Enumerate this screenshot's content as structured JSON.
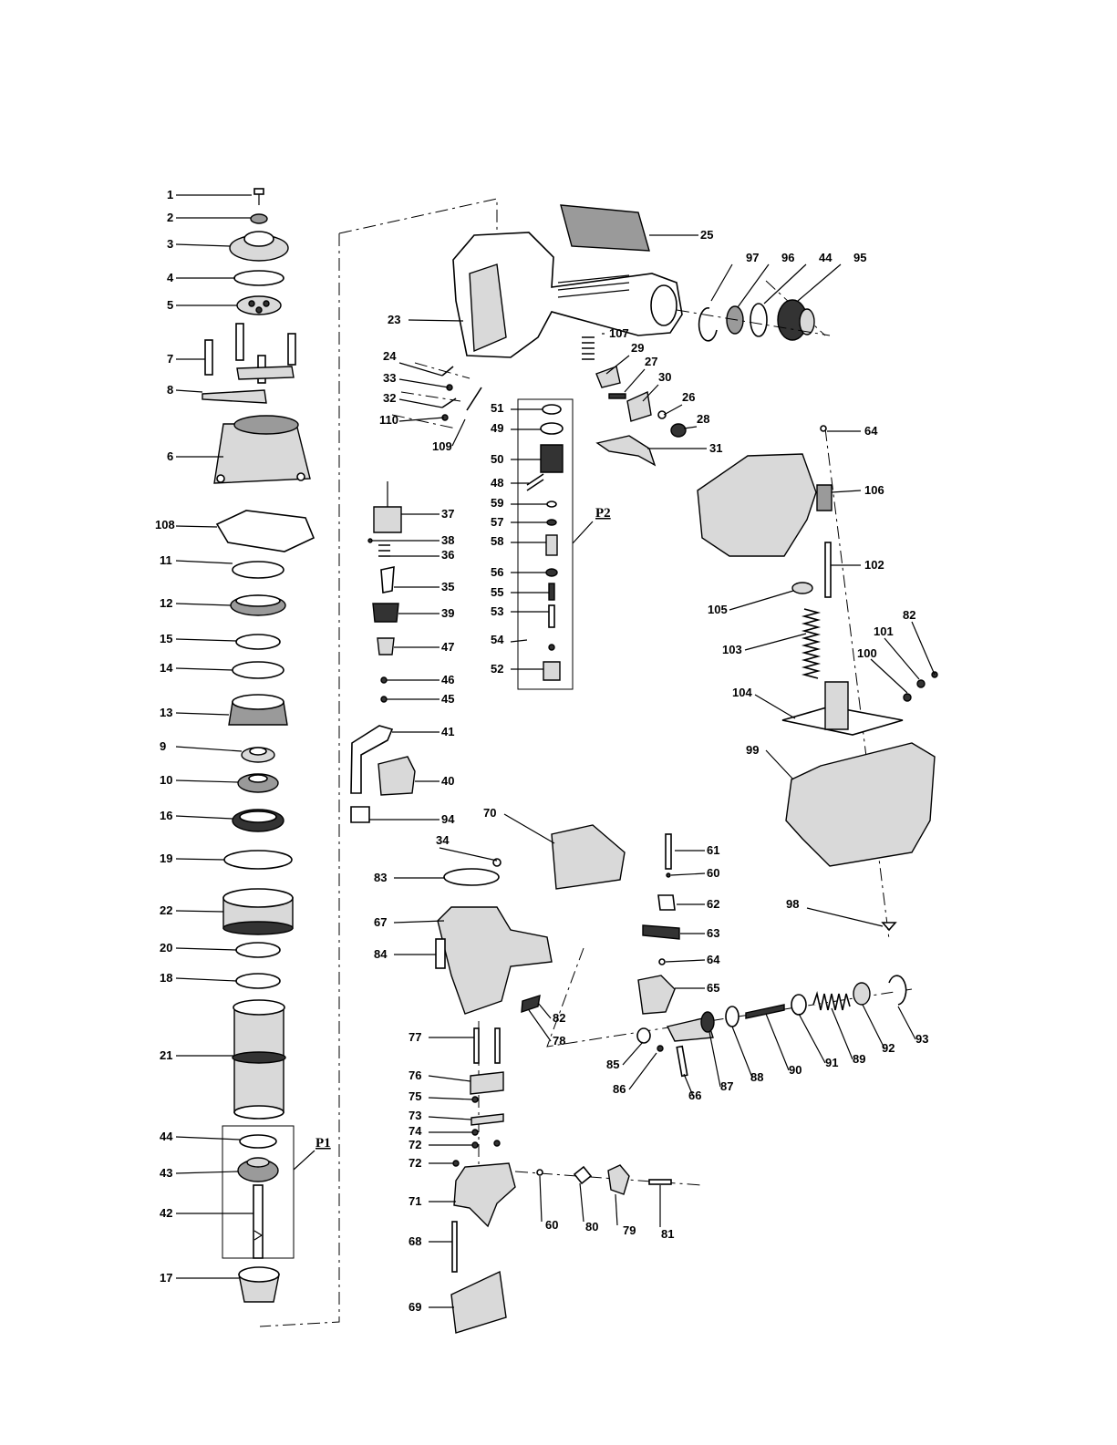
{
  "diagram": {
    "group_labels": [
      "P1",
      "P2"
    ],
    "callouts": [
      "1",
      "2",
      "3",
      "4",
      "5",
      "7",
      "8",
      "6",
      "108",
      "11",
      "12",
      "15",
      "14",
      "13",
      "9",
      "10",
      "16",
      "19",
      "22",
      "20",
      "18",
      "21",
      "44",
      "43",
      "42",
      "17",
      "23",
      "24",
      "33",
      "32",
      "110",
      "109",
      "25",
      "97",
      "96",
      "44",
      "95",
      "107",
      "29",
      "27",
      "30",
      "26",
      "28",
      "31",
      "51",
      "49",
      "50",
      "48",
      "59",
      "57",
      "58",
      "56",
      "55",
      "53",
      "54",
      "52",
      "37",
      "38",
      "36",
      "35",
      "39",
      "47",
      "46",
      "45",
      "41",
      "40",
      "94",
      "64",
      "106",
      "102",
      "105",
      "103",
      "101",
      "82",
      "100",
      "104",
      "99",
      "98",
      "70",
      "34",
      "83",
      "67",
      "84",
      "82",
      "78",
      "61",
      "60",
      "62",
      "63",
      "64",
      "65",
      "85",
      "86",
      "66",
      "87",
      "88",
      "90",
      "91",
      "89",
      "92",
      "93",
      "77",
      "76",
      "75",
      "73",
      "74",
      "72",
      "72",
      "71",
      "60",
      "80",
      "79",
      "81",
      "68",
      "69"
    ]
  }
}
